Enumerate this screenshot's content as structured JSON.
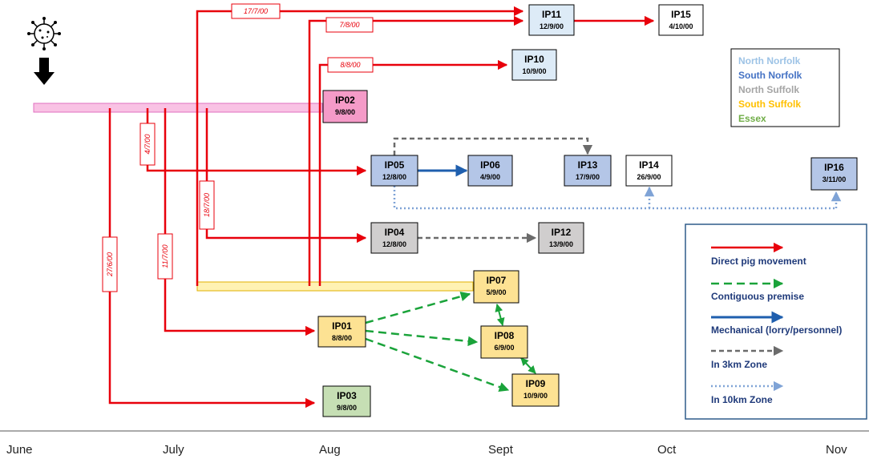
{
  "months": [
    "June",
    "July",
    "Aug",
    "Sept",
    "Oct",
    "Nov"
  ],
  "nodes": {
    "IP01": {
      "id": "IP01",
      "date": "8/8/00",
      "fill": "#fde293"
    },
    "IP02": {
      "id": "IP02",
      "date": "9/8/00",
      "fill": "#f59bc8"
    },
    "IP03": {
      "id": "IP03",
      "date": "9/8/00",
      "fill": "#c6dfb4"
    },
    "IP04": {
      "id": "IP04",
      "date": "12/8/00",
      "fill": "#d0cece"
    },
    "IP05": {
      "id": "IP05",
      "date": "12/8/00",
      "fill": "#b4c6e7"
    },
    "IP06": {
      "id": "IP06",
      "date": "4/9/00",
      "fill": "#b4c6e7"
    },
    "IP07": {
      "id": "IP07",
      "date": "5/9/00",
      "fill": "#fde293"
    },
    "IP08": {
      "id": "IP08",
      "date": "6/9/00",
      "fill": "#fde293"
    },
    "IP09": {
      "id": "IP09",
      "date": "10/9/00",
      "fill": "#fde293"
    },
    "IP10": {
      "id": "IP10",
      "date": "10/9/00",
      "fill": "#ddebf7"
    },
    "IP11": {
      "id": "IP11",
      "date": "12/9/00",
      "fill": "#ddebf7"
    },
    "IP12": {
      "id": "IP12",
      "date": "13/9/00",
      "fill": "#d0cece"
    },
    "IP13": {
      "id": "IP13",
      "date": "17/9/00",
      "fill": "#b4c6e7"
    },
    "IP14": {
      "id": "IP14",
      "date": "26/9/00",
      "fill": "#ffffff"
    },
    "IP15": {
      "id": "IP15",
      "date": "4/10/00",
      "fill": "#ffffff"
    },
    "IP16": {
      "id": "IP16",
      "date": "3/11/00",
      "fill": "#b4c6e7"
    }
  },
  "movement_dates": [
    "27/6/00",
    "11/7/00",
    "4/7/00",
    "18/7/00",
    "17/7/00",
    "7/8/00",
    "8/8/00"
  ],
  "region_legend": [
    {
      "label": "North Norfolk",
      "color": "#9dc3e6"
    },
    {
      "label": "South Norfolk",
      "color": "#4472c4"
    },
    {
      "label": "North Suffolk",
      "color": "#a5a5a5"
    },
    {
      "label": "South Suffolk",
      "color": "#ffc000"
    },
    {
      "label": "Essex",
      "color": "#70ad47"
    }
  ],
  "link_legend": [
    {
      "label": "Direct pig movement",
      "color": "#e8000b",
      "style": "solid"
    },
    {
      "label": "Contiguous premise",
      "color": "#1aa33a",
      "style": "dashed"
    },
    {
      "label": "Mechanical (lorry/personnel)",
      "color": "#1f5fae",
      "style": "solid"
    },
    {
      "label": "In 3km Zone",
      "color": "#6b6b6b",
      "style": "dashed"
    },
    {
      "label": "In 10km Zone",
      "color": "#7fa3d6",
      "style": "dotted"
    }
  ],
  "colors": {
    "direct": "#e8000b",
    "contiguous": "#1aa33a",
    "mechanical": "#1f5fae",
    "zone3km": "#6b6b6b",
    "zone10km": "#7fa3d6",
    "ip02_bar": "#f9c2e4",
    "ip07_bar": "#fff2b3"
  },
  "icons": [
    "virus-icon",
    "down-arrow-icon"
  ]
}
